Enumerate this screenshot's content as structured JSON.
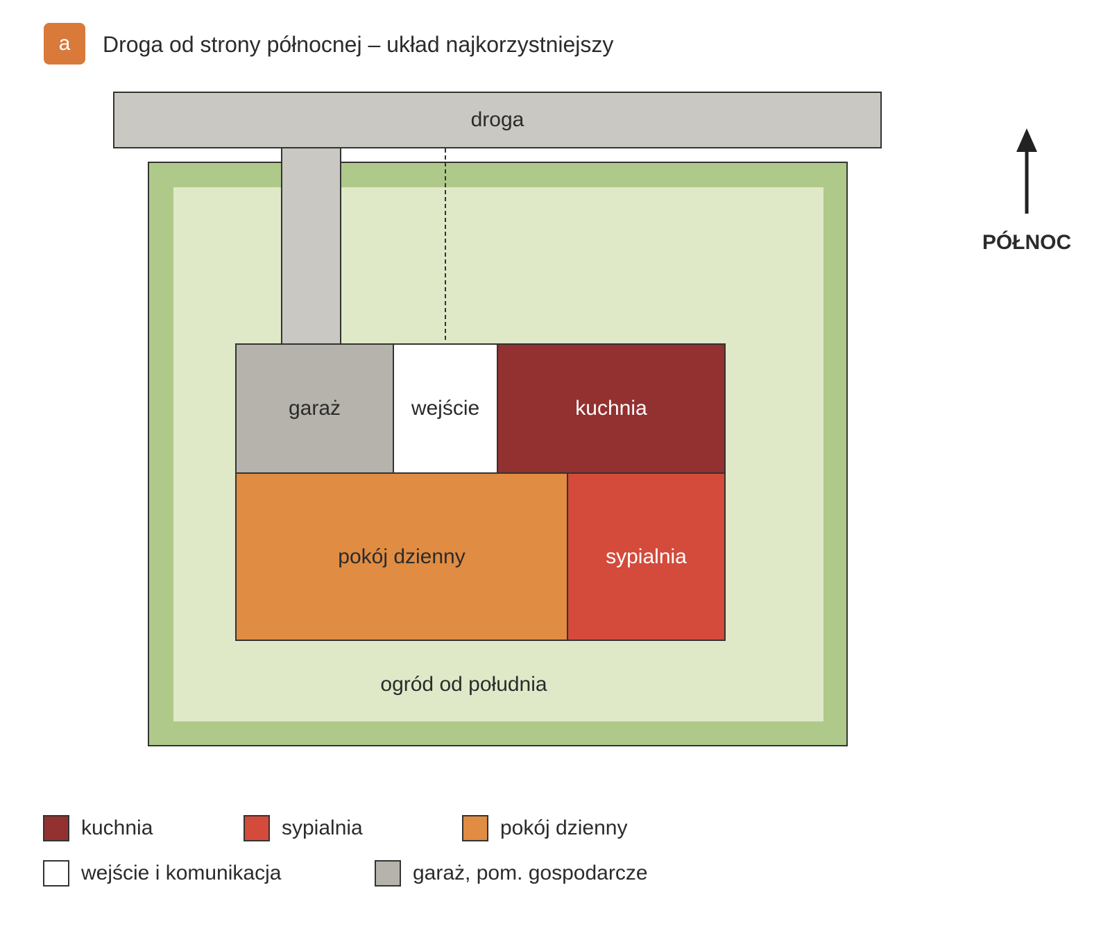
{
  "header": {
    "badge": "a",
    "title": "Droga od strony północnej – układ najkorzystniejszy"
  },
  "colors": {
    "badge": "#d9793a",
    "road": "#c9c8c2",
    "plot_border": "#afc98a",
    "garden": "#dfe9c8",
    "garage": "#b5b3ab",
    "entry": "#ffffff",
    "kitchen": "#923130",
    "living": "#e08c42",
    "bedroom": "#d44a3b"
  },
  "diagram": {
    "road_label": "droga",
    "rooms": {
      "garage": "garaż",
      "entry": "wejście",
      "kitchen": "kuchnia",
      "living": "pokój dzienny",
      "bedroom": "sypialnia"
    },
    "garden_label": "ogród od południa",
    "north_label": "PÓŁNOC"
  },
  "legend": [
    {
      "label": "kuchnia",
      "color": "#923130"
    },
    {
      "label": "sypialnia",
      "color": "#d44a3b"
    },
    {
      "label": "pokój dzienny",
      "color": "#e08c42"
    },
    {
      "label": "wejście i komunikacja",
      "color": "#ffffff"
    },
    {
      "label": "garaż, pom. gospodarcze",
      "color": "#b5b3ab"
    }
  ]
}
